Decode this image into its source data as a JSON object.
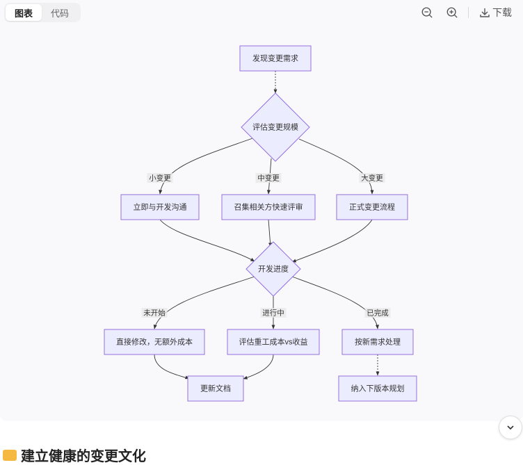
{
  "toolbar": {
    "tabs": [
      {
        "label": "图表",
        "active": true
      },
      {
        "label": "代码",
        "active": false
      }
    ],
    "zoom_out_icon": "zoom-out-icon",
    "zoom_in_icon": "zoom-in-icon",
    "download_label": "下载"
  },
  "diagram": {
    "node_fill": "#ECECFF",
    "node_stroke": "#9370DB",
    "nodes": [
      {
        "id": "discover",
        "label": "发现变更需求",
        "shape": "rect"
      },
      {
        "id": "assess",
        "label": "评估变更规模",
        "shape": "diamond"
      },
      {
        "id": "small",
        "label": "立即与开发沟通",
        "shape": "rect"
      },
      {
        "id": "medium",
        "label": "召集相关方快速评审",
        "shape": "rect"
      },
      {
        "id": "large",
        "label": "正式变更流程",
        "shape": "rect"
      },
      {
        "id": "progress",
        "label": "开发进度",
        "shape": "diamond"
      },
      {
        "id": "direct",
        "label": "直接修改，无额外成本",
        "shape": "rect"
      },
      {
        "id": "rework",
        "label": "评估重工成本vs收益",
        "shape": "rect"
      },
      {
        "id": "newreq",
        "label": "按新需求处理",
        "shape": "rect"
      },
      {
        "id": "updatedoc",
        "label": "更新文档",
        "shape": "rect"
      },
      {
        "id": "nextver",
        "label": "纳入下版本规划",
        "shape": "rect"
      }
    ],
    "edges": [
      {
        "from": "discover",
        "to": "assess",
        "label": "",
        "style": "dashed"
      },
      {
        "from": "assess",
        "to": "small",
        "label": "小变更"
      },
      {
        "from": "assess",
        "to": "medium",
        "label": "中变更"
      },
      {
        "from": "assess",
        "to": "large",
        "label": "大变更"
      },
      {
        "from": "small",
        "to": "progress",
        "label": ""
      },
      {
        "from": "medium",
        "to": "progress",
        "label": ""
      },
      {
        "from": "large",
        "to": "progress",
        "label": ""
      },
      {
        "from": "progress",
        "to": "direct",
        "label": "未开始"
      },
      {
        "from": "progress",
        "to": "rework",
        "label": "进行中"
      },
      {
        "from": "progress",
        "to": "newreq",
        "label": "已完成"
      },
      {
        "from": "direct",
        "to": "updatedoc",
        "label": ""
      },
      {
        "from": "rework",
        "to": "updatedoc",
        "label": ""
      },
      {
        "from": "newreq",
        "to": "nextver",
        "label": "",
        "style": "dashed"
      }
    ]
  },
  "scroll_button_icon": "chevron-down-icon",
  "section_heading": {
    "text": "建立健康的变更文化",
    "emoji_icon": "folder-icon"
  }
}
